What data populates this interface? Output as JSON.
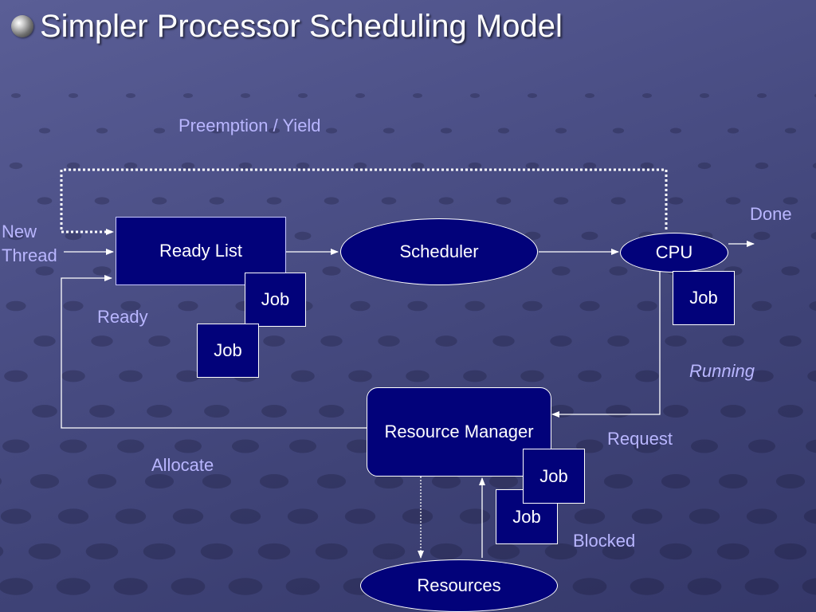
{
  "slide": {
    "title": "Simpler Processor Scheduling Model"
  },
  "nodes": {
    "ready_list": "Ready List",
    "scheduler": "Scheduler",
    "cpu": "CPU",
    "resource_manager": "Resource Manager",
    "resources": "Resources",
    "job": "Job"
  },
  "labels": {
    "preemption": "Preemption / Yield",
    "done": "Done",
    "new_thread_line1": "New",
    "new_thread_line2": "Thread",
    "ready": "Ready",
    "running": "Running",
    "request": "Request",
    "allocate": "Allocate",
    "blocked": "Blocked"
  },
  "colors": {
    "node_fill": "#02027a",
    "label_text": "#b9b6ff",
    "title_text": "#ffffff"
  }
}
